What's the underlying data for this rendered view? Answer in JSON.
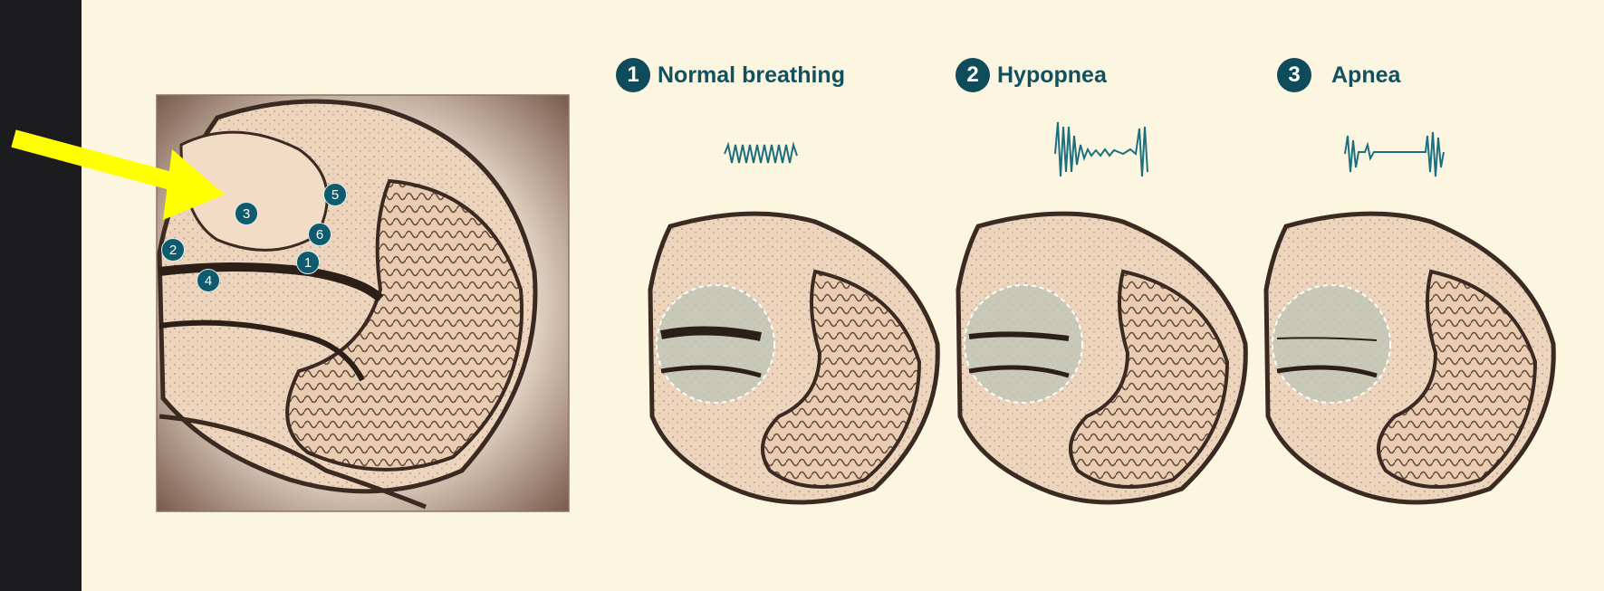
{
  "colors": {
    "background": "#1c1c1e",
    "slide": "#fcf6e0",
    "accent": "#0e4b5b",
    "arrow": "#ffff00",
    "tissue": "#e7cbb0",
    "outline": "#3a2a22"
  },
  "labels": {
    "dots": [
      "1",
      "2",
      "3",
      "4",
      "5",
      "6"
    ]
  },
  "panels": [
    {
      "number": "1",
      "title": "Normal breathing"
    },
    {
      "number": "2",
      "title": "Hypopnea"
    },
    {
      "number": "3",
      "title": "Apnea"
    }
  ]
}
